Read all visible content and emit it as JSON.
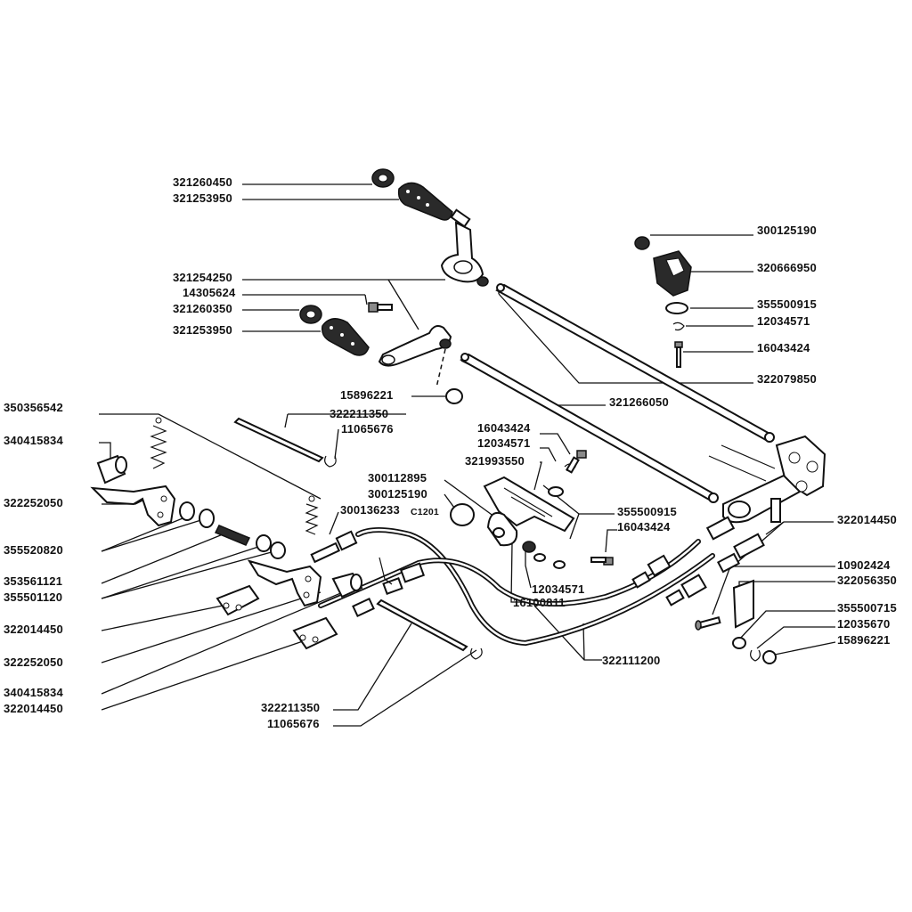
{
  "labels": {
    "l1": "321260450",
    "l2": "321253950",
    "l3": "321254250",
    "l4": "14305624",
    "l5": "321260350",
    "l6": "321253950",
    "l7": "300125190",
    "l8": "320666950",
    "l9": "355500915",
    "l10": "12034571",
    "l11": "16043424",
    "l12": "322079850",
    "l13": "15896221",
    "l14": "321266050",
    "l15": "350356542",
    "l16": "322211350",
    "l17": "11065676",
    "l18": "340415834",
    "l19": "16043424",
    "l20": "12034571",
    "l21": "321993550",
    "l22": "300112895",
    "l23": "300125190",
    "l24": "300136233",
    "l24b": "C1201",
    "l25": "355500915",
    "l26": "322014450",
    "l27": "16043424",
    "l28": "322252050",
    "l29": "355520820",
    "l30": "10902424",
    "l31": "322056350",
    "l32": "12034571",
    "l33": "16100811",
    "l34": "353561121",
    "l35": "355501120",
    "l36": "355500715",
    "l37": "12035670",
    "l38": "15896221",
    "l39": "322014450",
    "l40": "322111200",
    "l41": "322252050",
    "l42": "340415834",
    "l43": "322014450",
    "l44": "322211350",
    "l45": "11065676"
  }
}
